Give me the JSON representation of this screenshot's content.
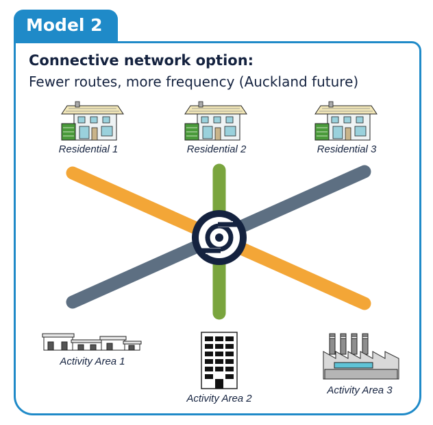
{
  "tab": {
    "label": "Model 2"
  },
  "heading": "Connective network option:",
  "subheading": "Fewer routes, more frequency (Auckland future)",
  "nodes": [
    {
      "id": "res1",
      "label": "Residential 1",
      "icon": "house-icon"
    },
    {
      "id": "res2",
      "label": "Residential 2",
      "icon": "house-icon"
    },
    {
      "id": "res3",
      "label": "Residential 3",
      "icon": "house-icon"
    },
    {
      "id": "act1",
      "label": "Activity Area 1",
      "icon": "shops-icon"
    },
    {
      "id": "act2",
      "label": "Activity Area 2",
      "icon": "office-building-icon"
    },
    {
      "id": "act3",
      "label": "Activity Area 3",
      "icon": "factory-icon"
    }
  ],
  "routes": [
    {
      "id": "orange",
      "color": "#f3a637"
    },
    {
      "id": "slate",
      "color": "#5d6f82"
    },
    {
      "id": "green",
      "color": "#7aa53e"
    }
  ],
  "hub": {
    "icon": "transit-hub-icon",
    "color": "#14223f"
  },
  "colors": {
    "accent": "#1f8ac8",
    "text": "#14223f"
  }
}
